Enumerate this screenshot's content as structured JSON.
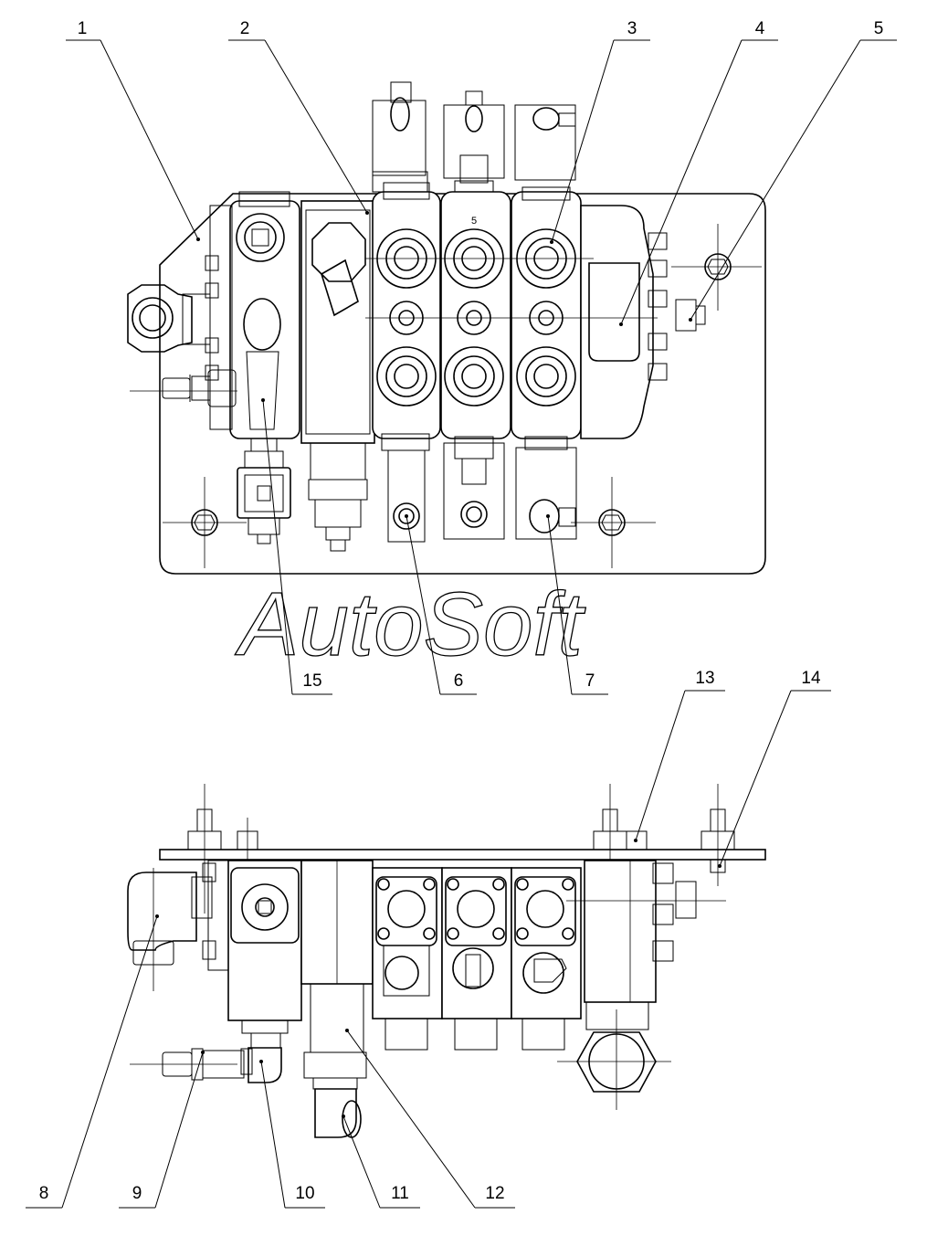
{
  "watermark": "AutoSoft",
  "callouts": [
    {
      "label": "1",
      "name": "callout-1"
    },
    {
      "label": "2",
      "name": "callout-2"
    },
    {
      "label": "3",
      "name": "callout-3"
    },
    {
      "label": "4",
      "name": "callout-4"
    },
    {
      "label": "5",
      "name": "callout-5"
    },
    {
      "label": "6",
      "name": "callout-6"
    },
    {
      "label": "7",
      "name": "callout-7"
    },
    {
      "label": "8",
      "name": "callout-8"
    },
    {
      "label": "9",
      "name": "callout-9"
    },
    {
      "label": "10",
      "name": "callout-10"
    },
    {
      "label": "11",
      "name": "callout-11"
    },
    {
      "label": "12",
      "name": "callout-12"
    },
    {
      "label": "13",
      "name": "callout-13"
    },
    {
      "label": "14",
      "name": "callout-14"
    },
    {
      "label": "15",
      "name": "callout-15"
    }
  ],
  "section_mark": "5"
}
